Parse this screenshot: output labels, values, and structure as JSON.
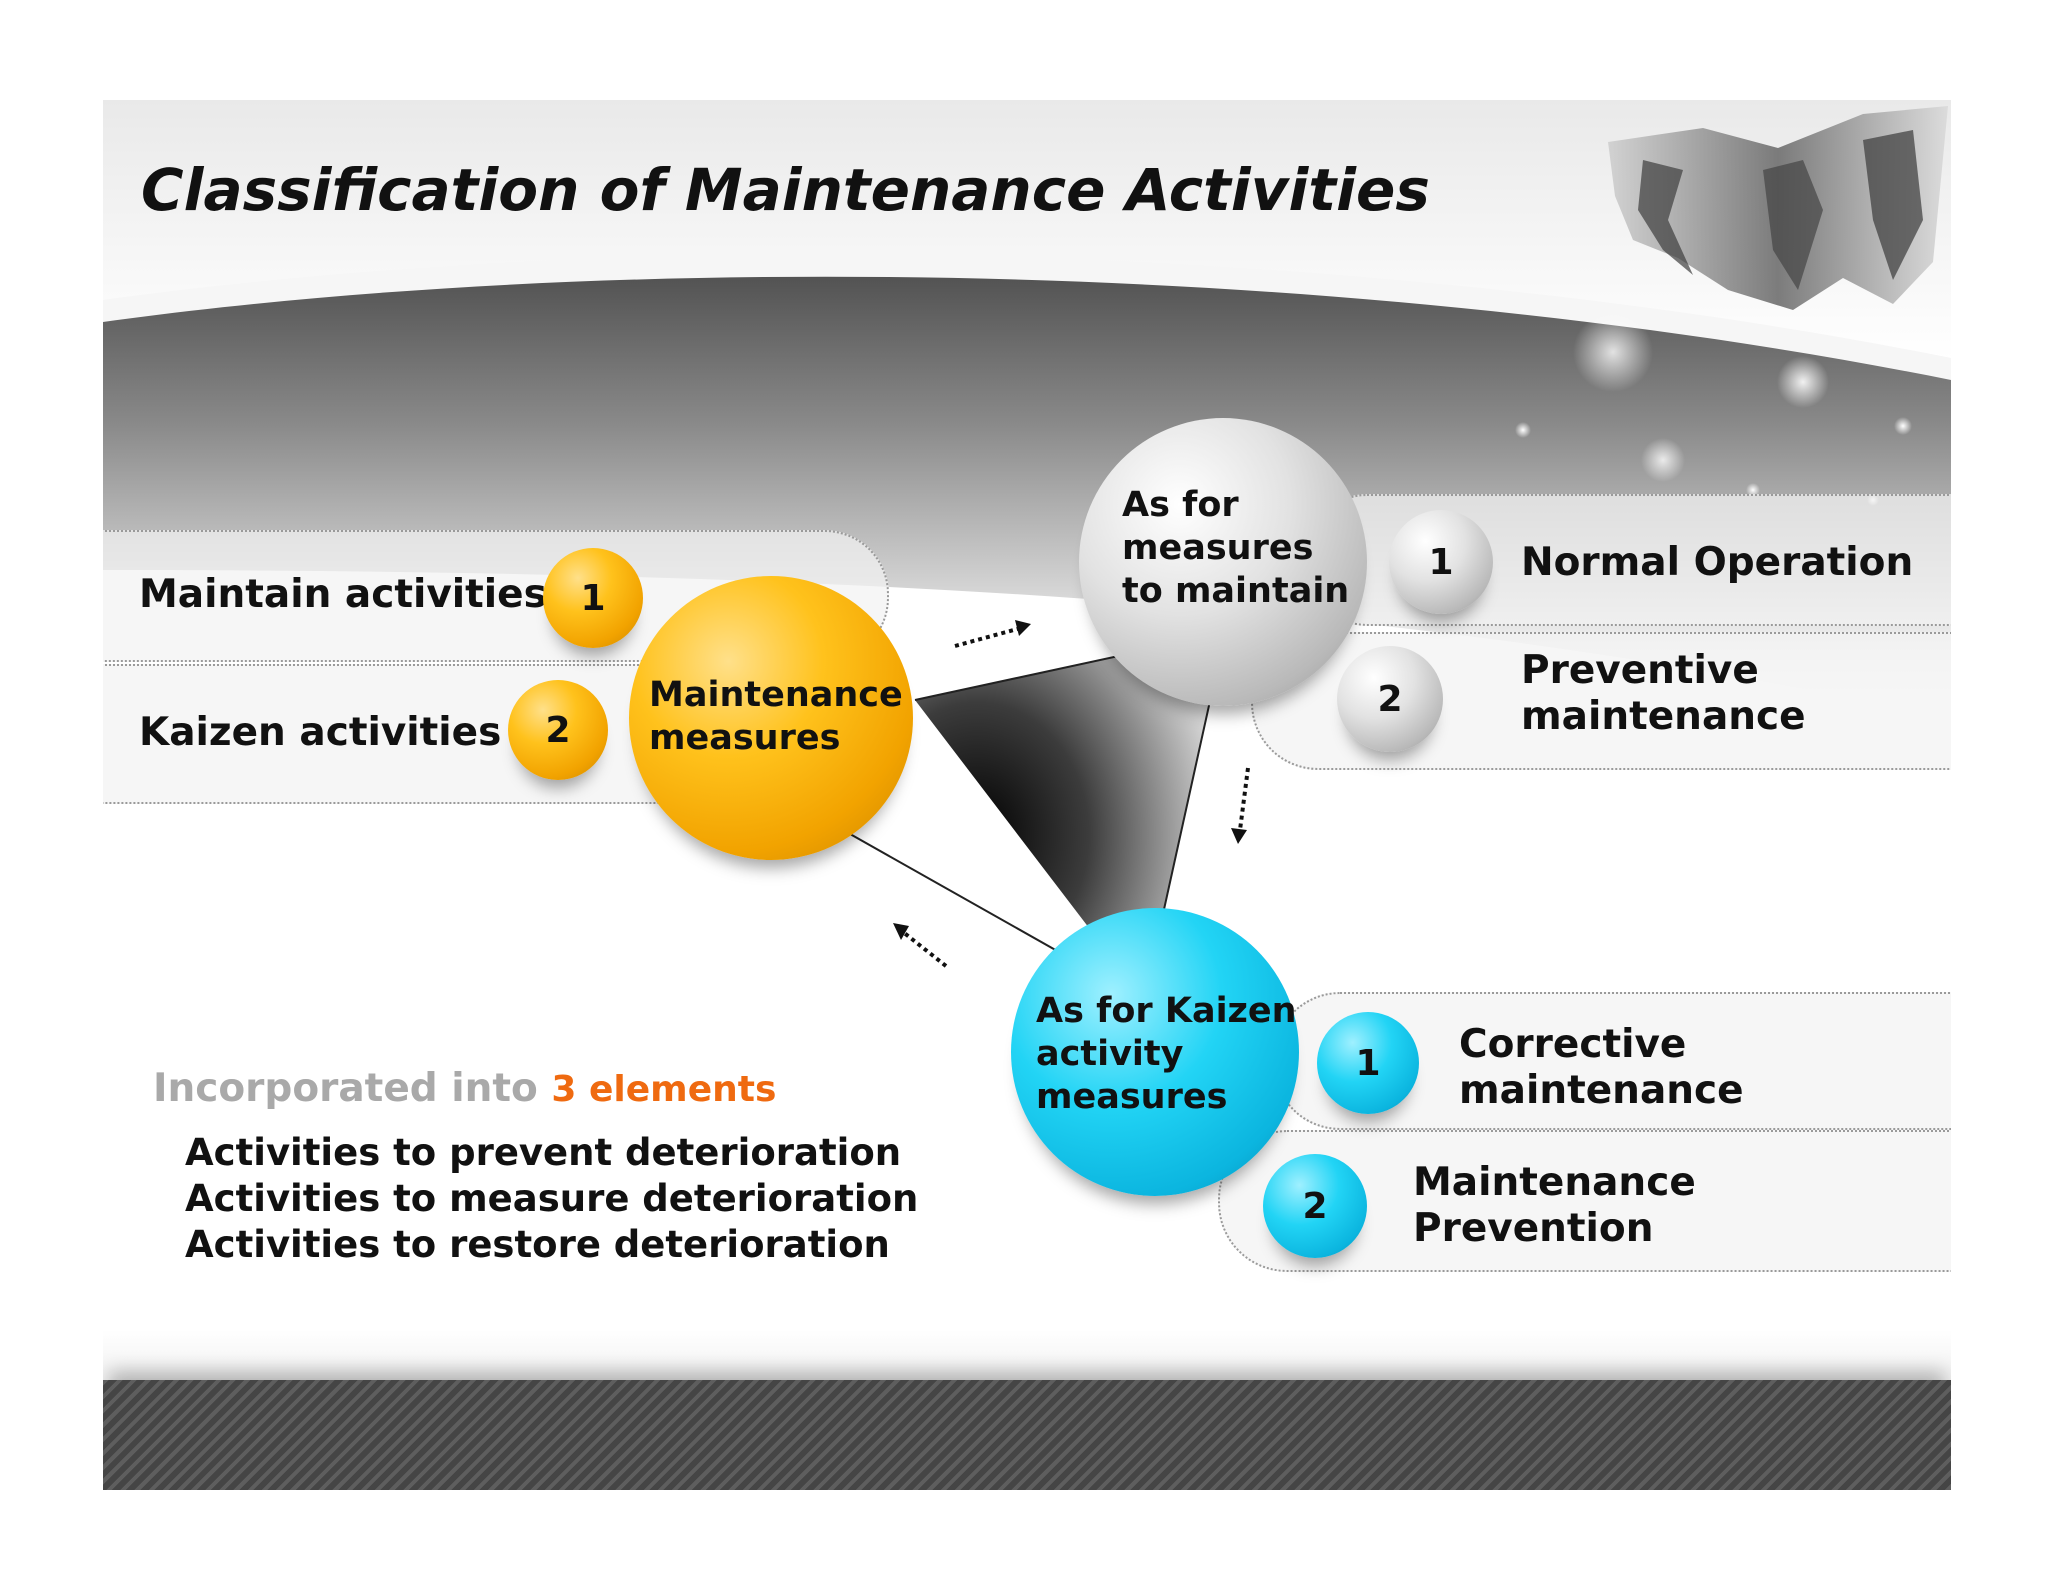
{
  "title": "Classification of Maintenance Activities",
  "center_node": {
    "label_line1": "Maintenance",
    "label_line2": "measures"
  },
  "left_items": [
    {
      "number": "1",
      "label": "Maintain activities"
    },
    {
      "number": "2",
      "label": "Kaizen activities"
    }
  ],
  "maintain_node": {
    "label_line1": "As for",
    "label_line2": "measures",
    "label_line3": "to maintain",
    "items": [
      {
        "number": "1",
        "label_line1": "Normal Operation",
        "label_line2": ""
      },
      {
        "number": "2",
        "label_line1": "Preventive",
        "label_line2": "maintenance"
      }
    ]
  },
  "kaizen_node": {
    "label_line1": "As for Kaizen",
    "label_line2": "activity",
    "label_line3": "measures",
    "items": [
      {
        "number": "1",
        "label_line1": "Corrective",
        "label_line2": "maintenance"
      },
      {
        "number": "2",
        "label_line1": "Maintenance",
        "label_line2": "Prevention"
      }
    ]
  },
  "incorporated": {
    "lead": "Incorporated into",
    "highlight": "3 elements"
  },
  "activities": [
    "Activities to prevent deterioration",
    "Activities to measure deterioration",
    "Activities to restore deterioration"
  ],
  "colors": {
    "orange": "#f5a800",
    "cyan": "#12c6ef",
    "gray": "#bdbdbd",
    "highlight": "#ef6a10"
  }
}
